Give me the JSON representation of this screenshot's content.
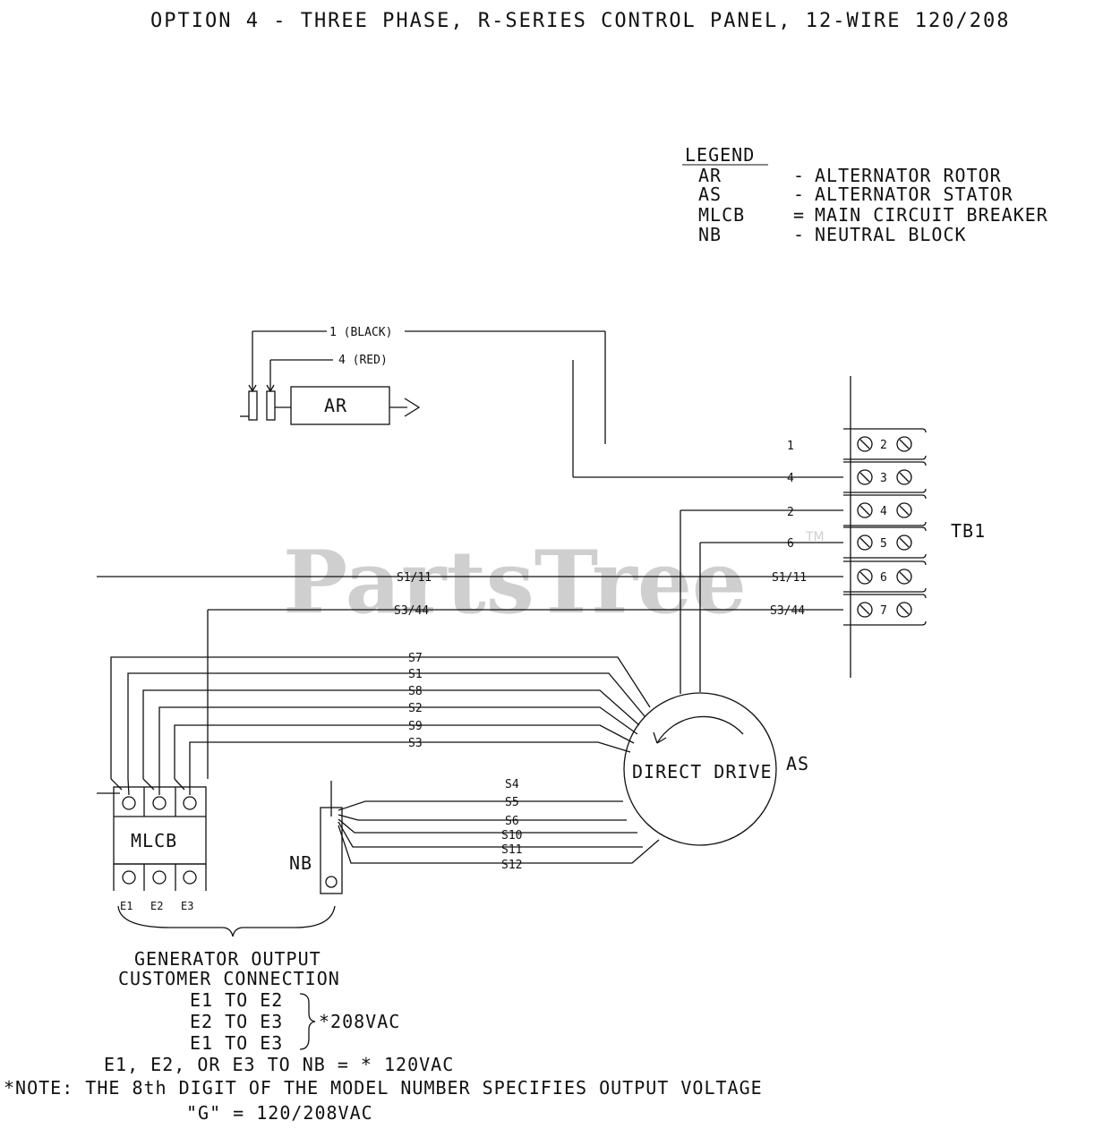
{
  "title": "OPTION 4 - THREE PHASE, R-SERIES CONTROL PANEL, 12-WIRE 120/208",
  "legend": {
    "heading": "LEGEND",
    "items": [
      {
        "abbr": "AR",
        "sep": "-",
        "desc": "ALTERNATOR ROTOR"
      },
      {
        "abbr": "AS",
        "sep": "-",
        "desc": "ALTERNATOR STATOR"
      },
      {
        "abbr": "MLCB",
        "sep": "=",
        "desc": "MAIN CIRCUIT BREAKER"
      },
      {
        "abbr": "NB",
        "sep": "-",
        "desc": "NEUTRAL BLOCK"
      }
    ]
  },
  "rotor": {
    "label": "AR",
    "wire1": "1 (BLACK)",
    "wire4": "4 (RED)"
  },
  "terminal_block": {
    "label": "TB1",
    "terminals": [
      "2",
      "3",
      "4",
      "5",
      "6",
      "7"
    ],
    "wire_labels": [
      "1",
      "4",
      "2",
      "6",
      "S1/11",
      "S3/44"
    ]
  },
  "wires": {
    "s1_11_left": "S1/11",
    "s3_44_left": "S3/44",
    "upper_group": [
      "S7",
      "S1",
      "S8",
      "S2",
      "S9",
      "S3"
    ],
    "lower_group": [
      "S4",
      "S5",
      "S6",
      "S10",
      "S11",
      "S12"
    ]
  },
  "stator": {
    "label": "AS",
    "inner": "DIRECT DRIVE"
  },
  "breaker": {
    "label": "MLCB",
    "outputs": [
      "E1",
      "E2",
      "E3"
    ]
  },
  "neutral_block": {
    "label": "NB"
  },
  "notes": {
    "output_line1": "GENERATOR OUTPUT",
    "output_line2": "CUSTOMER CONNECTION",
    "conn1": "E1 TO E2",
    "conn2": "E2 TO E3",
    "conn3": "E1 TO E3",
    "conn_value": "*208VAC",
    "line_to_nb": "E1, E2, OR E3 TO NB = * 120VAC",
    "note": "*NOTE: THE 8th DIGIT OF THE MODEL NUMBER SPECIFIES OUTPUT VOLTAGE",
    "g_value": "\"G\" = 120/208VAC"
  },
  "watermark": {
    "text": "PartsTree",
    "tm": "TM"
  }
}
